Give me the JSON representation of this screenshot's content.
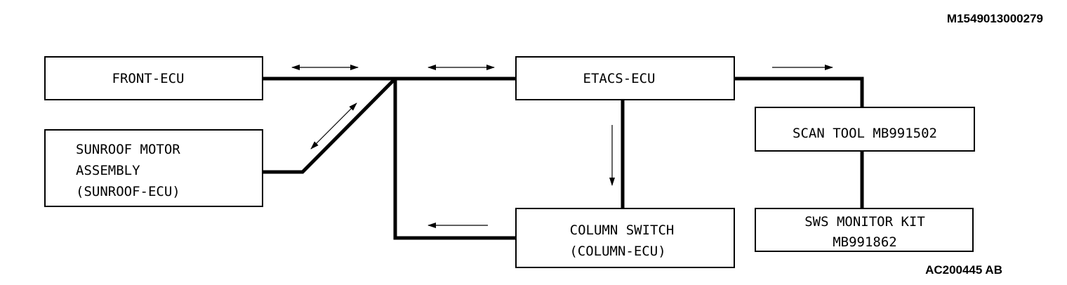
{
  "figure_code": "M1549013000279",
  "reference_code": "AC200445 AB",
  "boxes": {
    "front_ecu": {
      "lines": [
        "FRONT-ECU"
      ]
    },
    "etacs_ecu": {
      "lines": [
        "ETACS-ECU"
      ]
    },
    "sunroof_motor": {
      "lines": [
        "SUNROOF MOTOR",
        "ASSEMBLY",
        "(SUNROOF-ECU)"
      ]
    },
    "scan_tool": {
      "lines": [
        "SCAN TOOL MB991502"
      ]
    },
    "column_switch": {
      "lines": [
        "COLUMN SWITCH",
        "(COLUMN-ECU)"
      ]
    },
    "sws_monitor": {
      "lines": [
        "SWS MONITOR KIT",
        "MB991862"
      ]
    }
  },
  "colors": {
    "line": "#000000",
    "background": "#ffffff"
  }
}
